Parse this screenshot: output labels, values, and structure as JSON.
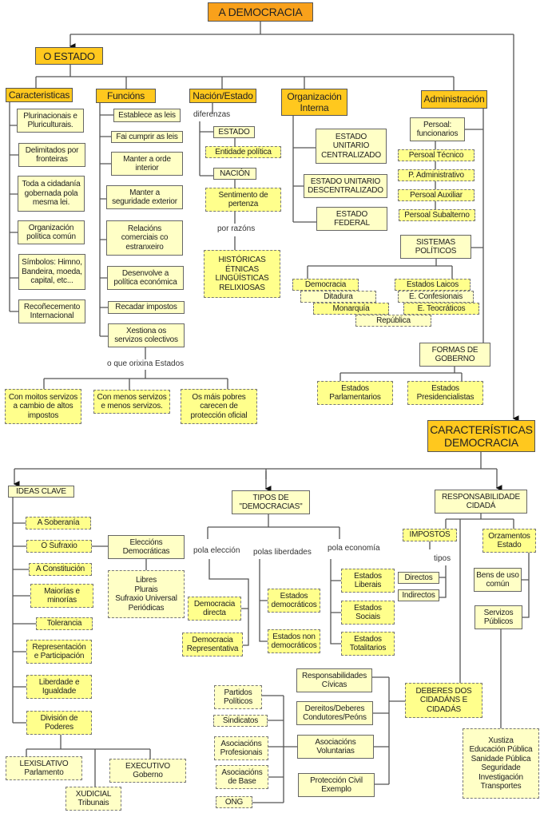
{
  "title": "A DEMOCRACIA",
  "estado": {
    "title": "O ESTADO",
    "caracteristicas": {
      "title": "Caracteristicas",
      "items": [
        "Plurinacionais e\nPluriculturais.",
        "Delimitados por\nfronteiras",
        "Toda a  cidadanía\ngobernada pola\nmesma lei.",
        "Organización\npolítica común",
        "Símbolos: Himno,\nBandeira, moeda,\ncapital, etc...",
        "Recoñecemento\nInternacional"
      ]
    },
    "funcions": {
      "title": "Funcións",
      "items": [
        "Establece as leis",
        "Fai cumprir as leis",
        "Manter a orde\ninterior",
        "Manter a\nseguridade exterior",
        "Relacións\ncomerciais co\nestranxeiro",
        "Desenvolve a\npolítica económica",
        "Recadar impostos",
        "Xestiona os\nservizos colectivos"
      ],
      "link_label": "o que orixina Estados",
      "outcomes": [
        "Con moitos servizos\na cambio de altos\nimpostos",
        "Con menos servizos\ne menos servizos.",
        "Os máis pobres\ncarecen de\nprotección oficial"
      ]
    },
    "nacion": {
      "title": "Nación/Estado",
      "diff_label": "diferenzas",
      "estado": "ESTADO",
      "estado_def": "Entidade política",
      "nacion": "NACIÓN",
      "nacion_def": "Sentimento de\npertenza",
      "reasons_label": "por razóns",
      "reasons": "HISTÓRICAS\nÉTNICAS\nLINGÜÍSTICAS\nRELIXIOSAS"
    },
    "organizacion": {
      "title": "Organización\nInterna",
      "items": [
        "ESTADO\nUNITARIO\nCENTRALIZADO",
        "ESTADO UNITARIO\nDESCENTRALIZADO",
        "ESTADO\nFEDERAL"
      ]
    },
    "administracion": {
      "title": "Administración",
      "persoal": "Persoal:\nfuncionarios",
      "persoal_types": [
        "Persoal Técnico",
        "P. Administrativo",
        "Persoal Auxiliar",
        "Persoal Subalterno"
      ],
      "sistemas": "SISTEMAS\nPOLÍTICOS",
      "sistemas_items": [
        "Democracia",
        "Ditadura",
        "Monarquía",
        "República",
        "Estados Laicos",
        "E. Confesionais",
        "E. Teocráticos"
      ],
      "formas": "FORMAS DE\nGOBERNO",
      "formas_items": [
        "Estados\nParlamentarios",
        "Estados\nPresidencialistas"
      ]
    }
  },
  "caracteristicas_democracia": {
    "title": "CARACTERÍSTICAS\nDEMOCRACIA",
    "ideas": {
      "title": "IDEAS CLAVE",
      "items": [
        "A Soberanía",
        "O Sufraxio",
        "A Constitución",
        "Maiorías e\nminorías",
        "Tolerancia",
        "Representación\ne  Participación",
        "Liberdade e\nIgualdade",
        "División de\nPoderes"
      ],
      "eleccions": "Eleccións\nDemocráticas",
      "eleccions_traits": "Libres\nPlurais\nSufraxio Universal\nPeriódicas",
      "poderes": [
        "LEXISLATIVO\nParlamento",
        "XUDICIAL\nTribunais",
        "EXECUTIVO\nGoberno"
      ]
    },
    "tipos": {
      "title": "TIPOS DE\n\"DEMOCRACIAS\"",
      "labels": [
        "pola elección",
        "polas liberdades",
        "pola economía"
      ],
      "eleccion": [
        "Democracia\ndirecta",
        "Democracia\nRepresentativa"
      ],
      "liberdades": [
        "Estados\ndemocráticos",
        "Estados non\ndemocráticos"
      ],
      "economia": [
        "Estados\nLiberais",
        "Estados\nSociais",
        "Estados\nTotalitarios"
      ]
    },
    "responsabilidade": {
      "title": "RESPONSABILIDADE\nCIDADÁ",
      "impostos": "IMPOSTOS",
      "tipos_label": "tipos",
      "impostos_types": [
        "Directos",
        "Indirectos"
      ],
      "orzamentos": "Orzamentos\nEstado",
      "bens": "Bens de uso\ncomún",
      "servizos": "Servizos\nPúblicos",
      "servizos_list": "Xustiza\nEducación Pública\nSanidade Pública\nSeguridade\nInvestigación\nTransportes",
      "deberes": "DEBERES DOS\nCIDADÁNS E\nCIDADÁS",
      "deberes_items": [
        "Responsabilidades\nCívicas",
        "Dereitos/Deberes\nCondutores/Peóns",
        "Asociacións\nVoluntarias",
        "Protección Civil\nExemplo"
      ],
      "asociacions": [
        "Partidos\nPolíticos",
        "Sindicatos",
        "Asociacións\nProfesionais",
        "Asociacións\nde Base",
        "ONG"
      ]
    }
  }
}
